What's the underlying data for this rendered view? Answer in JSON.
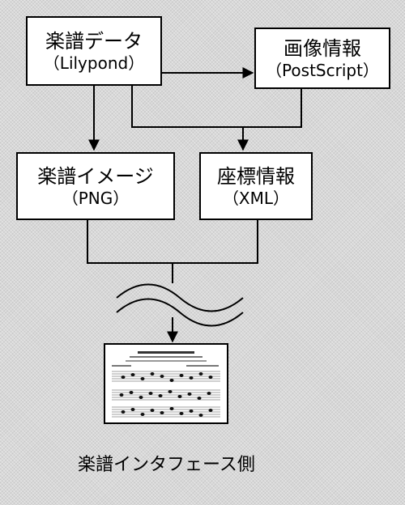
{
  "boxes": {
    "score_data": {
      "title": "楽譜データ",
      "format": "（Lilypond）"
    },
    "image_info": {
      "title": "画像情報",
      "format": "（PostScript）"
    },
    "score_image": {
      "title": "楽譜イメージ",
      "format": "（PNG）"
    },
    "coord_info": {
      "title": "座標情報",
      "format": "（XML）"
    }
  },
  "caption": "楽譜インタフェース側"
}
